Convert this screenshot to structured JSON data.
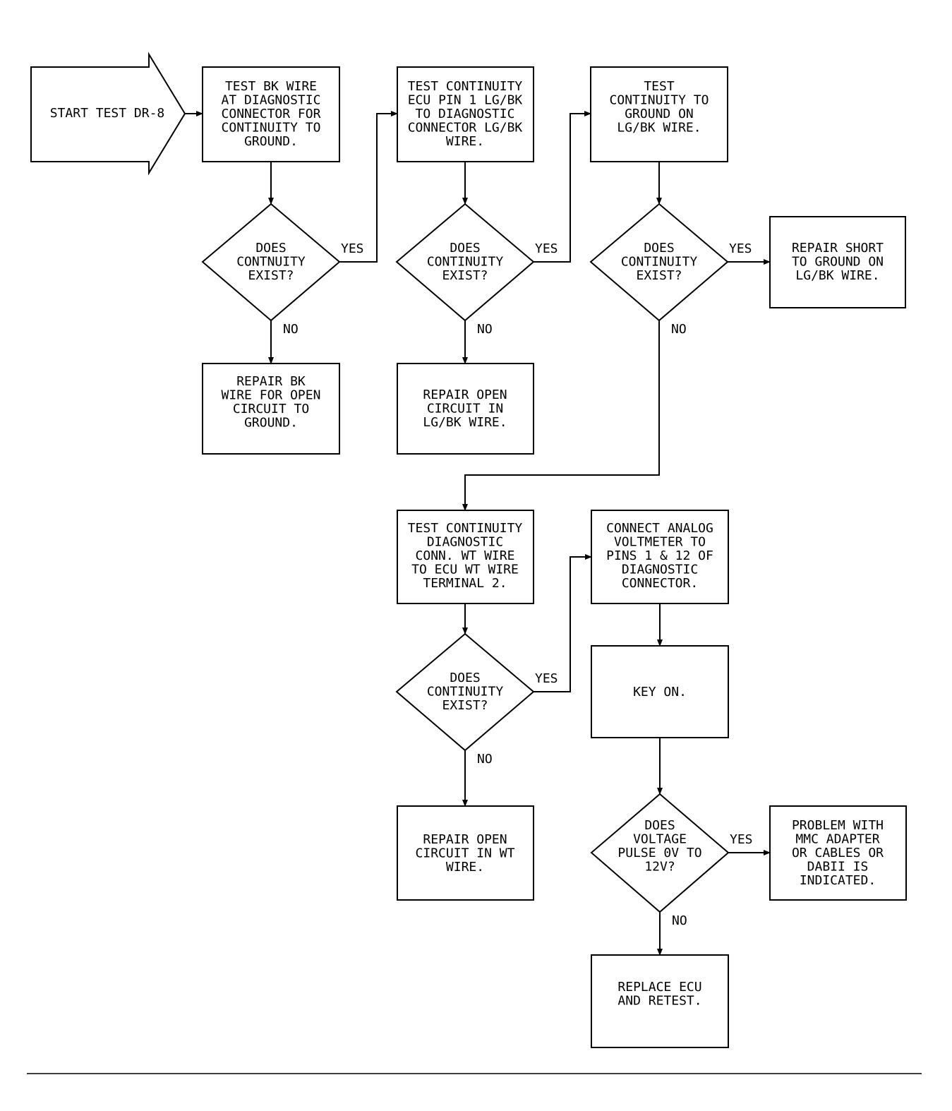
{
  "start": {
    "lines": [
      "START TEST DR-8"
    ]
  },
  "boxes": [
    {
      "id": "box-test-bk-wire",
      "lines": [
        "TEST BK WIRE",
        "AT DIAGNOSTIC",
        "CONNECTOR FOR",
        "CONTINUITY TO",
        "GROUND."
      ]
    },
    {
      "id": "box-test-continuity-pin1",
      "lines": [
        "TEST CONTINUITY",
        "ECU PIN 1 LG/BK",
        "TO DIAGNOSTIC",
        "CONNECTOR LG/BK",
        "WIRE."
      ]
    },
    {
      "id": "box-test-continuity-ground",
      "lines": [
        "TEST",
        "CONTINUITY TO",
        "GROUND ON",
        "LG/BK WIRE."
      ]
    },
    {
      "id": "box-repair-short",
      "lines": [
        "REPAIR SHORT",
        "TO GROUND ON",
        "LG/BK WIRE."
      ]
    },
    {
      "id": "box-repair-bk-wire",
      "lines": [
        "REPAIR BK",
        "WIRE FOR OPEN",
        "CIRCUIT TO",
        "GROUND."
      ]
    },
    {
      "id": "box-repair-open-lgbk",
      "lines": [
        "REPAIR OPEN",
        "CIRCUIT IN",
        "LG/BK WIRE."
      ]
    },
    {
      "id": "box-test-continuity-wt",
      "lines": [
        "TEST CONTINUITY",
        "DIAGNOSTIC",
        "CONN. WT WIRE",
        "TO ECU WT WIRE",
        "TERMINAL 2."
      ]
    },
    {
      "id": "box-connect-voltmeter",
      "lines": [
        "CONNECT ANALOG",
        "VOLTMETER TO",
        "PINS 1 & 12 OF",
        "DIAGNOSTIC",
        "CONNECTOR."
      ]
    },
    {
      "id": "box-key-on",
      "lines": [
        "KEY ON."
      ]
    },
    {
      "id": "box-repair-open-wt",
      "lines": [
        "REPAIR OPEN",
        "CIRCUIT IN WT",
        "WIRE."
      ]
    },
    {
      "id": "box-problem-mmc",
      "lines": [
        "PROBLEM WITH",
        "MMC ADAPTER",
        "OR CABLES OR",
        "DABII IS",
        "INDICATED."
      ]
    },
    {
      "id": "box-replace-ecu",
      "lines": [
        "REPLACE ECU",
        "AND RETEST."
      ]
    }
  ],
  "decisions": [
    {
      "id": "decision-continuity-1",
      "lines": [
        "DOES",
        "CONTNUITY",
        "EXIST?"
      ]
    },
    {
      "id": "decision-continuity-2",
      "lines": [
        "DOES",
        "CONTINUITY",
        "EXIST?"
      ]
    },
    {
      "id": "decision-continuity-3",
      "lines": [
        "DOES",
        "CONTINUITY",
        "EXIST?"
      ]
    },
    {
      "id": "decision-continuity-4",
      "lines": [
        "DOES",
        "CONTINUITY",
        "EXIST?"
      ]
    },
    {
      "id": "decision-voltage-pulse",
      "lines": [
        "DOES",
        "VOLTAGE",
        "PULSE 0V TO",
        "12V?"
      ]
    }
  ],
  "labels": {
    "yes": "YES",
    "no": "NO"
  }
}
